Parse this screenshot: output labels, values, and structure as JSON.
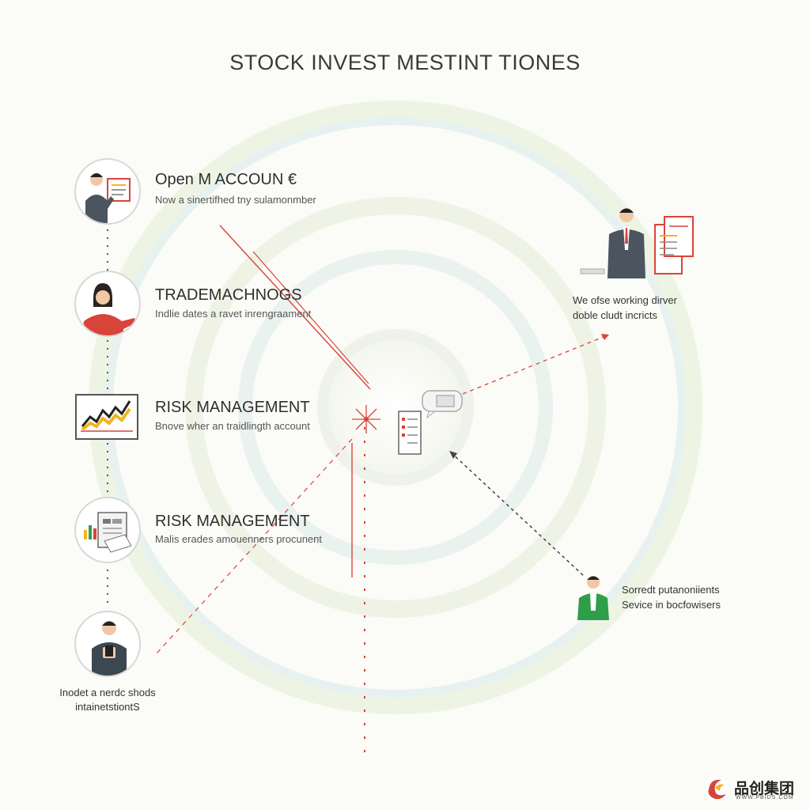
{
  "title": "STOCK INVEST MESTINT TIONES",
  "steps": [
    {
      "title": "Open M ACCOUN €",
      "subtitle": "Now a sinertifhed tny sulamonmber",
      "icon": "presenter-icon"
    },
    {
      "title": "TRADEMACHNOGS",
      "subtitle": "Indlie dates a ravet inrengraament",
      "icon": "woman-avatar-icon"
    },
    {
      "title": "RISK MANAGEMENT",
      "subtitle": "Bnove wher an traidlingth account",
      "icon": "stock-chart-icon"
    },
    {
      "title": "RISK MANAGEMENT",
      "subtitle": "Malis erades amouenners procunent",
      "icon": "analytics-document-icon"
    }
  ],
  "bottom_person": {
    "caption_line1": "Inodet a nerdc shods",
    "caption_line2": "intainetstiontS",
    "icon": "man-with-phone-icon"
  },
  "right_top": {
    "caption_line1": "We ofse working dirver",
    "caption_line2": "doble cludt incricts",
    "icon": "businessman-with-documents-icon"
  },
  "right_bottom": {
    "caption_line1": "Sorredt putanoniients",
    "caption_line2": "Sevice in bocfowisers",
    "icon": "consultant-icon"
  },
  "center": {
    "icons": [
      "sparkle-target-icon",
      "checklist-document-icon",
      "chat-bubble-icon"
    ]
  },
  "colors": {
    "accent_red": "#d9443a",
    "chart_yellow": "#f2b51f",
    "ring_green": "#e4efdc",
    "ring_blue": "#ddeef0",
    "consultant_green": "#2e9e4a"
  },
  "watermark": {
    "text": "品创集团",
    "url": "WWW.PBIDS.COM"
  }
}
